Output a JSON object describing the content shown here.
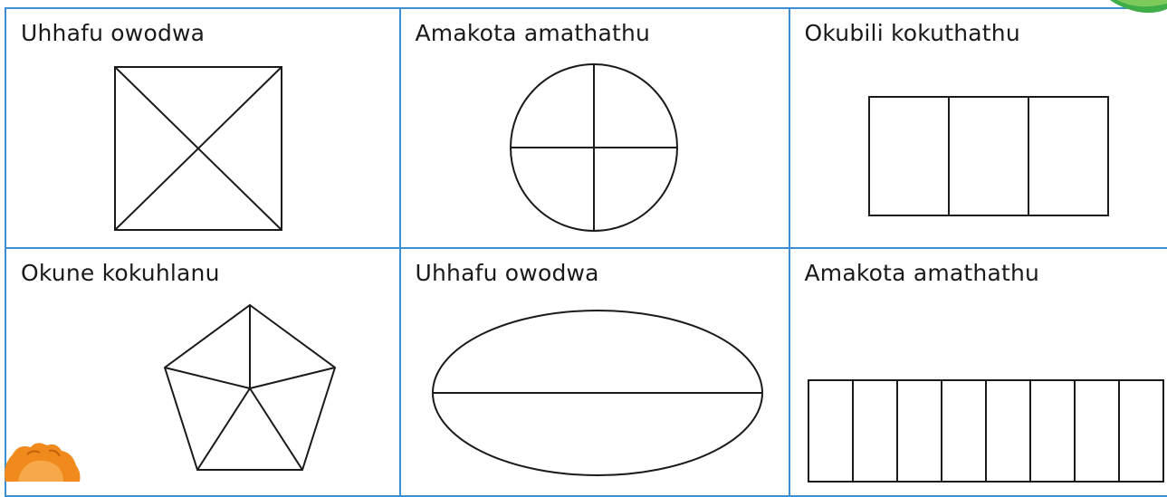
{
  "cells": [
    {
      "label": "Uhhafu owodwa",
      "shape": "square-diagonals",
      "parts": 4,
      "highlighted": 0
    },
    {
      "label": "Amakota amathathu",
      "shape": "circle-quarters",
      "parts": 4,
      "highlighted": 0
    },
    {
      "label": "Okubili kokuthathu",
      "shape": "rectangle-thirds",
      "parts": 3,
      "highlighted": 0
    },
    {
      "label": "Okune kokuhlanu",
      "shape": "pentagon-fifths",
      "parts": 5,
      "highlighted": 0
    },
    {
      "label": "Uhhafu owodwa",
      "shape": "ellipse-halves",
      "parts": 2,
      "highlighted": 0
    },
    {
      "label": "Amakota amathathu",
      "shape": "rectangle-eighths",
      "parts": 8,
      "highlighted": 0
    }
  ],
  "colors": {
    "grid_border": "#3d8fd1",
    "stroke": "#1a1a1a",
    "corner_accent": "#3fae49",
    "mascot": "#f08a1c"
  },
  "icons": [
    "corner-leaf-icon",
    "mascot-icon"
  ]
}
